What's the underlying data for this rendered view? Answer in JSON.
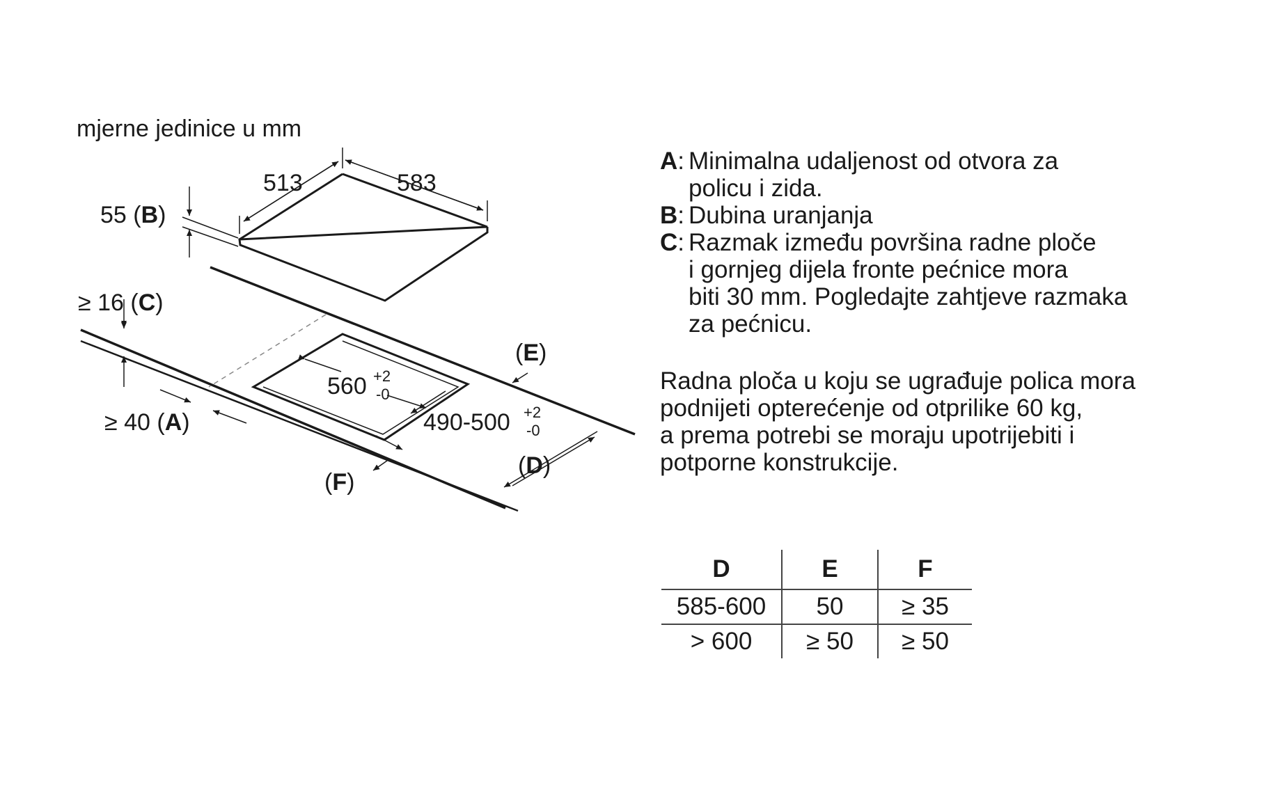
{
  "units_note": "mjerne jedinice u mm",
  "diagram": {
    "hob_width": "513",
    "hob_depth": "583",
    "immersion": "55",
    "immersion_key": "B",
    "gap_c_value": "≥ 16",
    "gap_c_key": "C",
    "gap_a_value": "≥ 40",
    "gap_a_key": "A",
    "cutout_width": "560",
    "cutout_width_tol_plus": "+2",
    "cutout_width_tol_minus": "-0",
    "cutout_depth": "490-500",
    "cutout_depth_tol_plus": "+2",
    "cutout_depth_tol_minus": "-0",
    "label_e": "E",
    "label_d": "D",
    "label_f": "F"
  },
  "legend": [
    {
      "key": "A",
      "lines": [
        "Minimalna udaljenost od otvora za",
        "policu i zida."
      ]
    },
    {
      "key": "B",
      "lines": [
        "Dubina uranjanja"
      ]
    },
    {
      "key": "C",
      "lines": [
        "Razmak između površina radne ploče",
        "i gornjeg dijela fronte pećnice mora",
        "biti 30 mm. Pogledajte zahtjeve razmaka",
        "za pećnicu."
      ]
    }
  ],
  "note_lines": [
    "Radna ploča u koju se ugrađuje polica mora",
    "podnijeti opterećenje od otprilike 60 kg,",
    "a prema potrebi se moraju upotrijebiti i",
    "potporne konstrukcije."
  ],
  "table": {
    "headers": [
      "D",
      "E",
      "F"
    ],
    "rows": [
      [
        "585-600",
        "50",
        "≥ 35"
      ],
      [
        "> 600",
        "≥ 50",
        "≥ 50"
      ]
    ]
  }
}
